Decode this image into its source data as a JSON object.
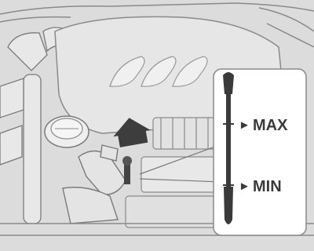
{
  "illustration": {
    "subject": "engine-bay-oil-dipstick",
    "colors": {
      "background": "#dcdcdc",
      "engine_cover": "#e6e6e6",
      "line": "#8a8a8a",
      "dark_line": "#555555",
      "arrow": "#3d3d3d",
      "callout_bg": "#ffffff",
      "dipstick": "#3a3a3a",
      "text": "#3a3a3a"
    }
  },
  "callout": {
    "max_label": "MAX",
    "min_label": "MIN",
    "marker_glyph": "►"
  }
}
